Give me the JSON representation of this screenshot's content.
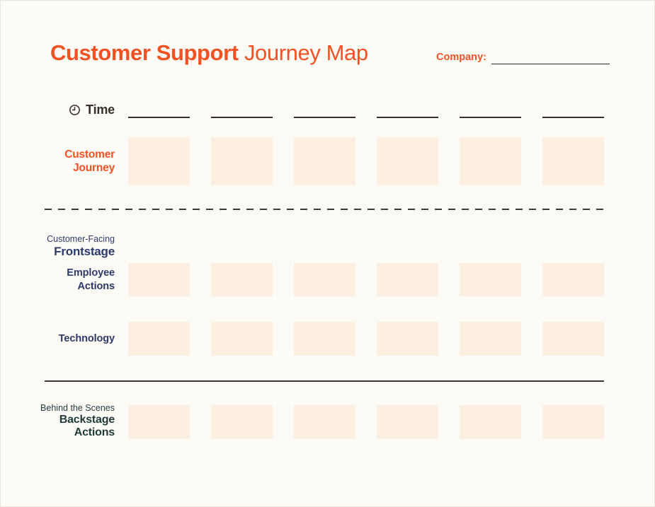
{
  "title": {
    "bold": "Customer Support",
    "regular": "Journey Map"
  },
  "company": {
    "label": "Company:"
  },
  "grid": {
    "columns": 6
  },
  "time": {
    "label": "Time"
  },
  "journey": {
    "label_line1": "Customer",
    "label_line2": "Journey"
  },
  "frontstage": {
    "subtitle": "Customer-Facing",
    "title": "Frontstage"
  },
  "employee": {
    "label_line1": "Employee",
    "label_line2": "Actions"
  },
  "technology": {
    "label": "Technology"
  },
  "backstage": {
    "subtitle": "Behind the Scenes",
    "label_line1": "Backstage",
    "label_line2": "Actions"
  },
  "colors": {
    "accent_orange": "#F05223",
    "navy": "#2C3A6B",
    "teal": "#1E3B3A",
    "ink": "#362E29",
    "cell_fill": "#FDEEE2",
    "background": "#FDFBF5"
  }
}
